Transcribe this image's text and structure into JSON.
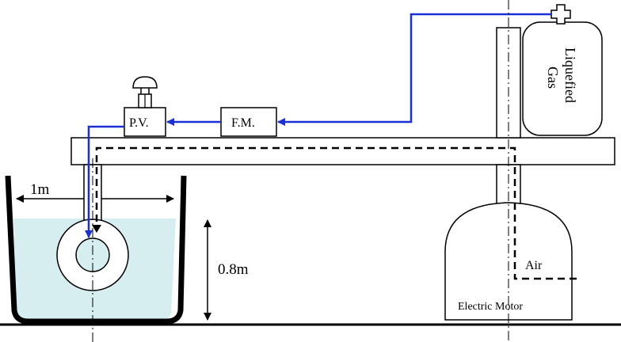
{
  "labels": {
    "pressure_valve": "P.V.",
    "flow_meter": "F.M.",
    "gas_tank": [
      "Liquefied",
      "Gas"
    ],
    "tank_width": "1m",
    "water_depth": "0.8m",
    "air": "Air",
    "motor": "Electric Motor"
  },
  "colors": {
    "gas_line": "#1a2fd6",
    "water": "#d6eef0",
    "outline": "#000000",
    "background": "#ffffff"
  },
  "icons": {
    "valve_knob": "valve-handwheel-icon",
    "tank_valve": "cross-valve-icon",
    "flow_arrow": "arrow-icon"
  }
}
